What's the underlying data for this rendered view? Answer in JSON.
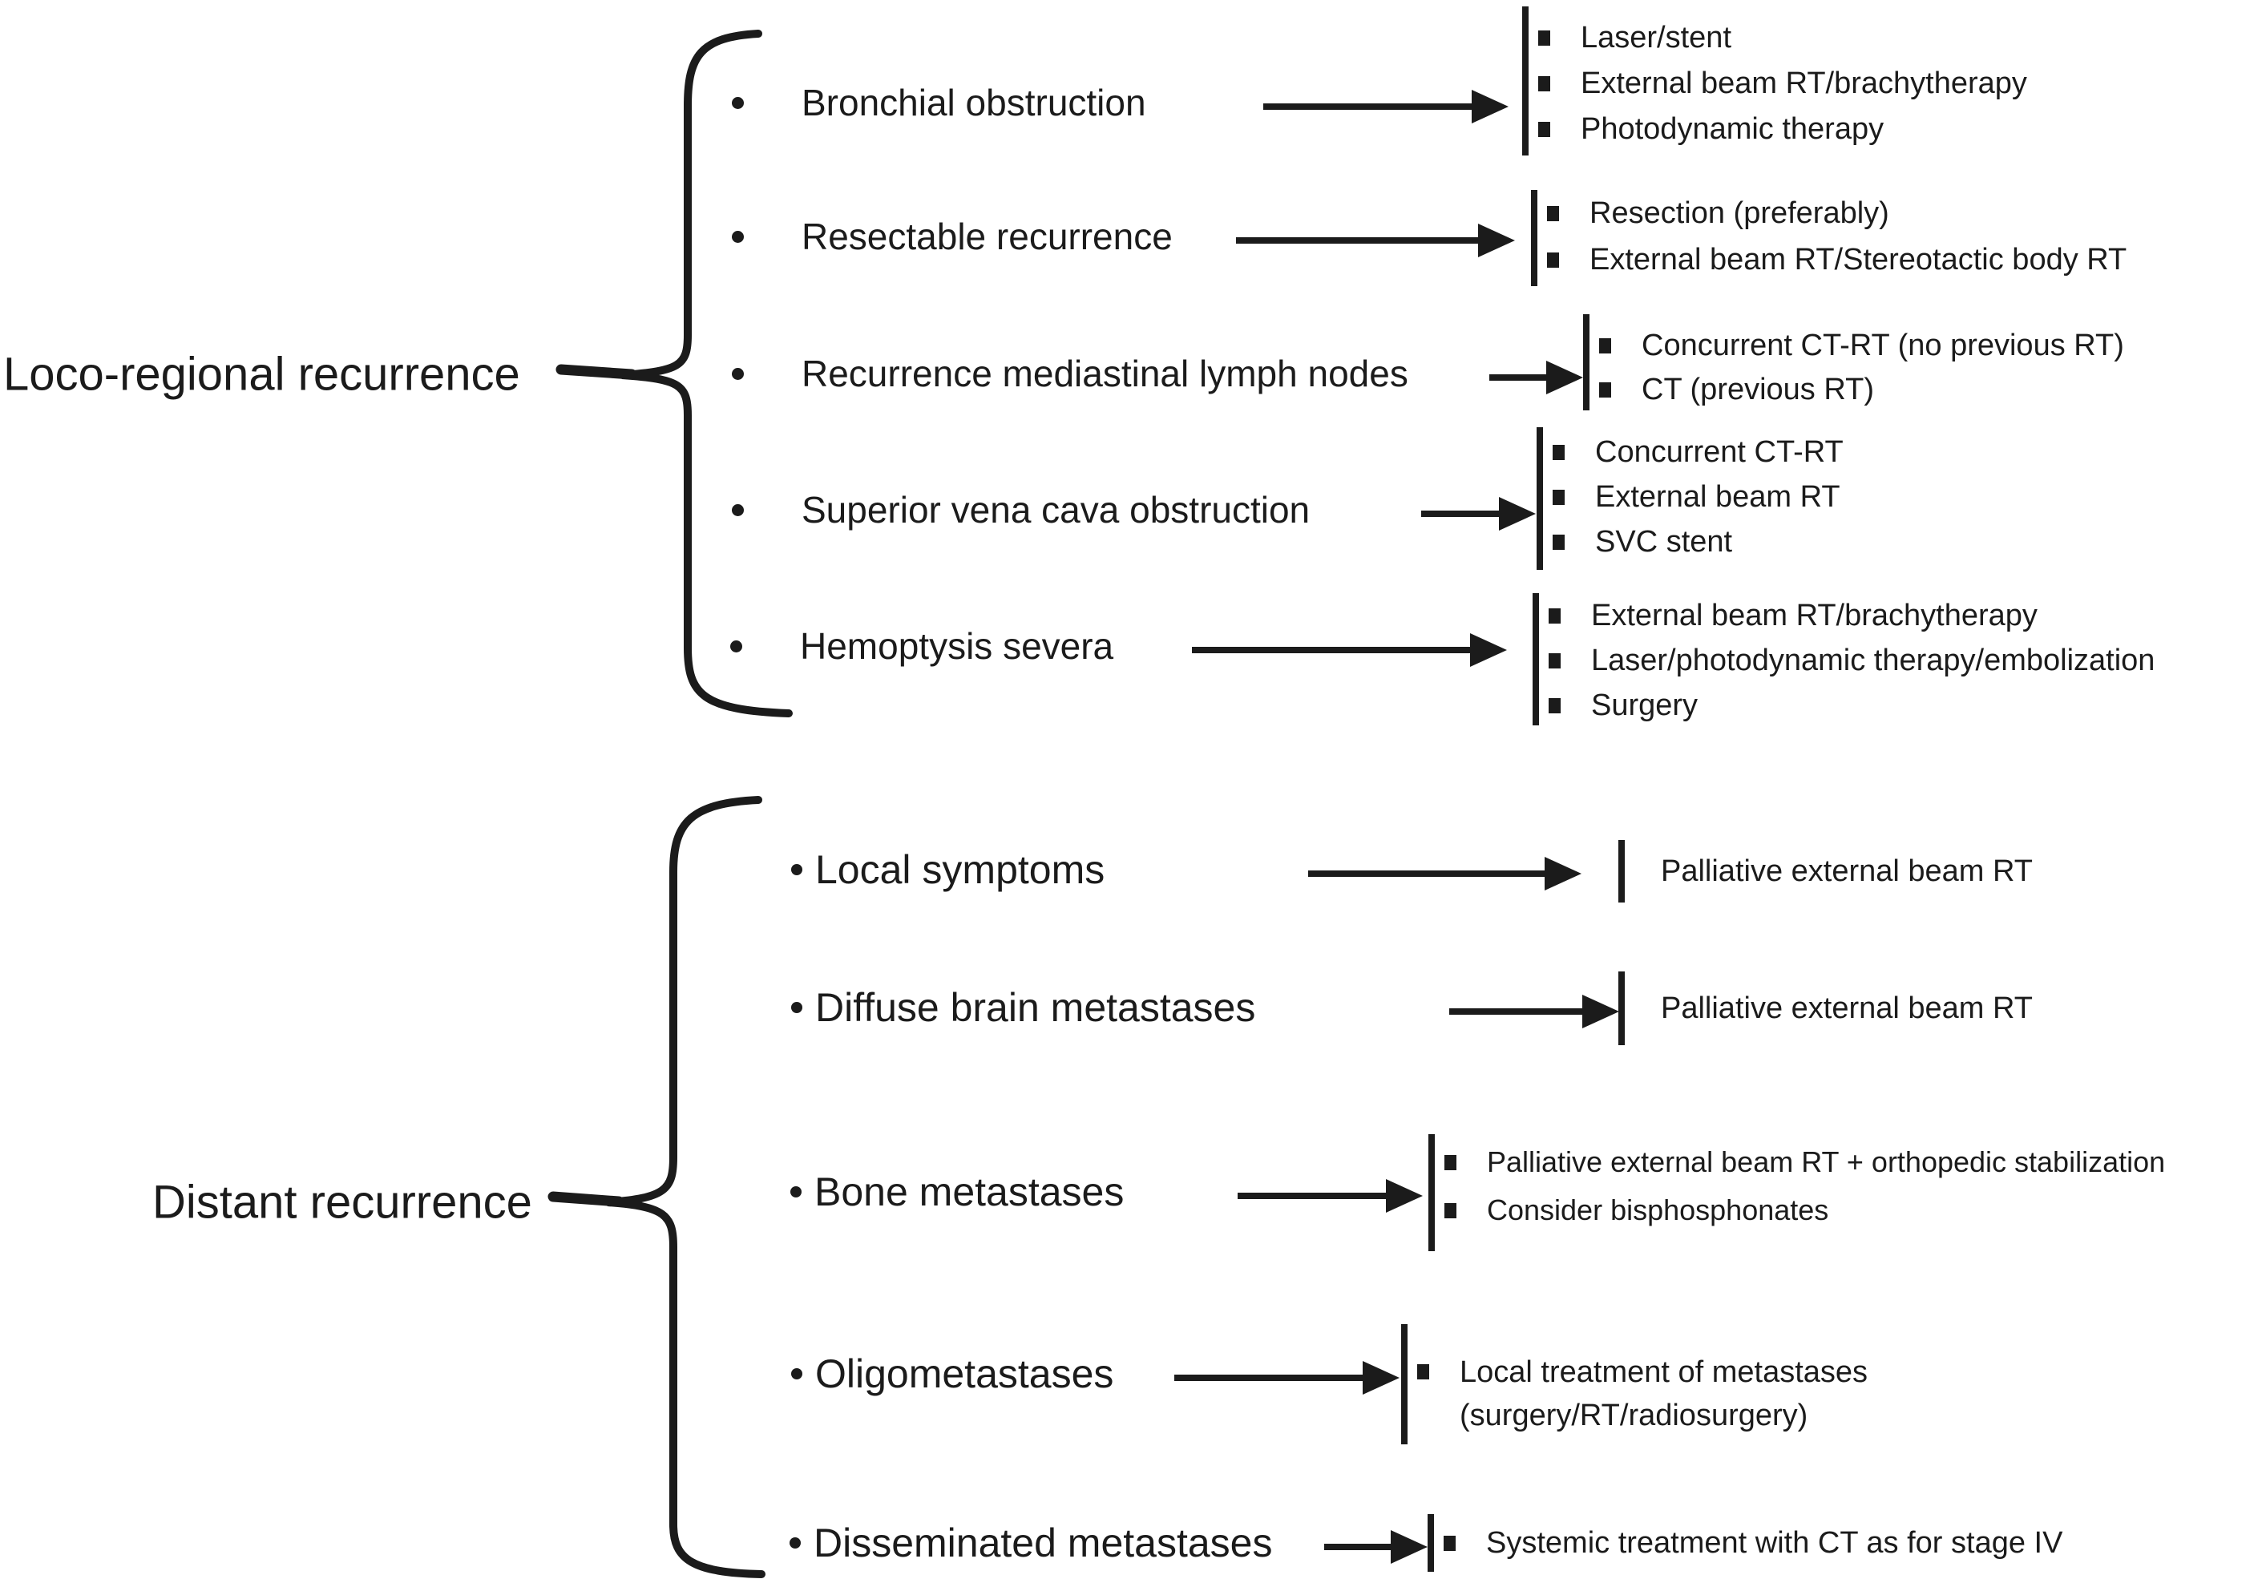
{
  "figure": {
    "background": "#ffffff",
    "ink_color": "#1b1b1b",
    "type": "treatment-decision-diagram"
  },
  "sections": [
    {
      "label": "Loco-regional recurrence",
      "rows": [
        {
          "condition": "Bronchial obstruction",
          "treatments": [
            "Laser/stent",
            "External beam RT/brachytherapy",
            "Photodynamic therapy"
          ]
        },
        {
          "condition": "Resectable recurrence",
          "treatments": [
            "Resection (preferably)",
            "External beam RT/Stereotactic body RT"
          ]
        },
        {
          "condition": "Recurrence mediastinal lymph nodes",
          "treatments": [
            "Concurrent CT-RT (no previous RT)",
            "CT (previous RT)"
          ]
        },
        {
          "condition": "Superior vena cava obstruction",
          "treatments": [
            "Concurrent CT-RT",
            "External beam RT",
            "SVC stent"
          ]
        },
        {
          "condition": "Hemoptysis severa",
          "treatments": [
            "External beam RT/brachytherapy",
            "Laser/photodynamic therapy/embolization",
            "Surgery"
          ]
        }
      ]
    },
    {
      "label": "Distant recurrence",
      "rows": [
        {
          "condition": "Local symptoms",
          "treatments": [
            "Palliative external beam RT"
          ]
        },
        {
          "condition": "Diffuse brain metastases",
          "treatments": [
            "Palliative external beam RT"
          ]
        },
        {
          "condition": "Bone metastases",
          "treatments": [
            "Palliative external beam RT + orthopedic stabilization",
            "Consider bisphosphonates"
          ]
        },
        {
          "condition": "Oligometastases",
          "treatments": [
            "Local treatment of metastases (surgery/RT/radiosurgery)"
          ]
        },
        {
          "condition": "Disseminated metastases",
          "treatments": [
            "Systemic treatment with CT as for stage IV"
          ]
        }
      ]
    }
  ]
}
